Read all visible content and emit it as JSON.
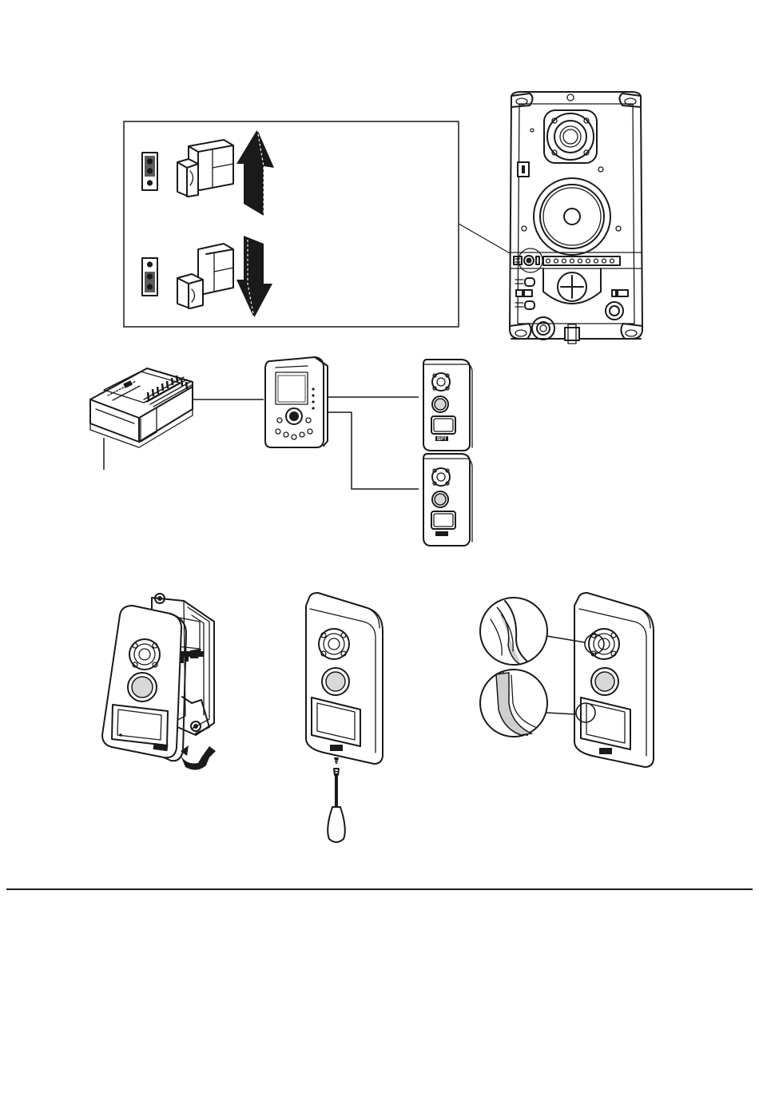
{
  "figure": {
    "style": "monochrome line-art installation diagram",
    "colors": {
      "line": "#1a1a1a",
      "fill_dark": "#1a1a1a",
      "fill_mid": "#5a5a5a",
      "background": "#ffffff"
    },
    "panels": [
      "jumper-setting-detail",
      "outdoor-unit-rear-view",
      "system-wiring-diagram",
      "mounting-step-hook-on",
      "mounting-step-screw-fix",
      "mounting-step-seal-check"
    ]
  }
}
